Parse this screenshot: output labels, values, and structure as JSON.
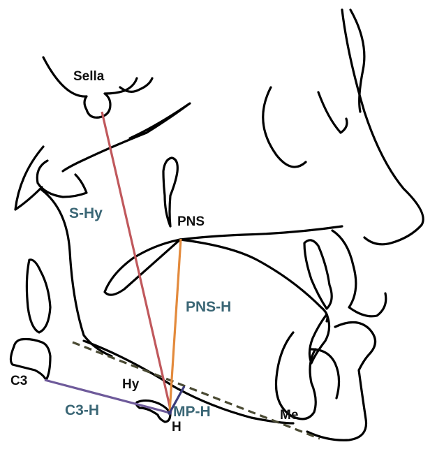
{
  "landmarks": {
    "sella": "Sella",
    "pns": "PNS",
    "c3": "C3",
    "hy": "Hy",
    "h": "H",
    "me": "Me"
  },
  "measurements": {
    "s_hy": "S-Hy",
    "pns_h": "PNS-H",
    "c3_h": "C3-H",
    "mp_h": "MP-H"
  },
  "colors": {
    "s_hy_line": "#c0585c",
    "pns_h_line": "#e38a3c",
    "c3_h_line": "#6e5a9a",
    "mp_h_line": "#3b3b7a",
    "mandibular_plane": "#4a4a33",
    "measurement_text": "#3a6675"
  }
}
